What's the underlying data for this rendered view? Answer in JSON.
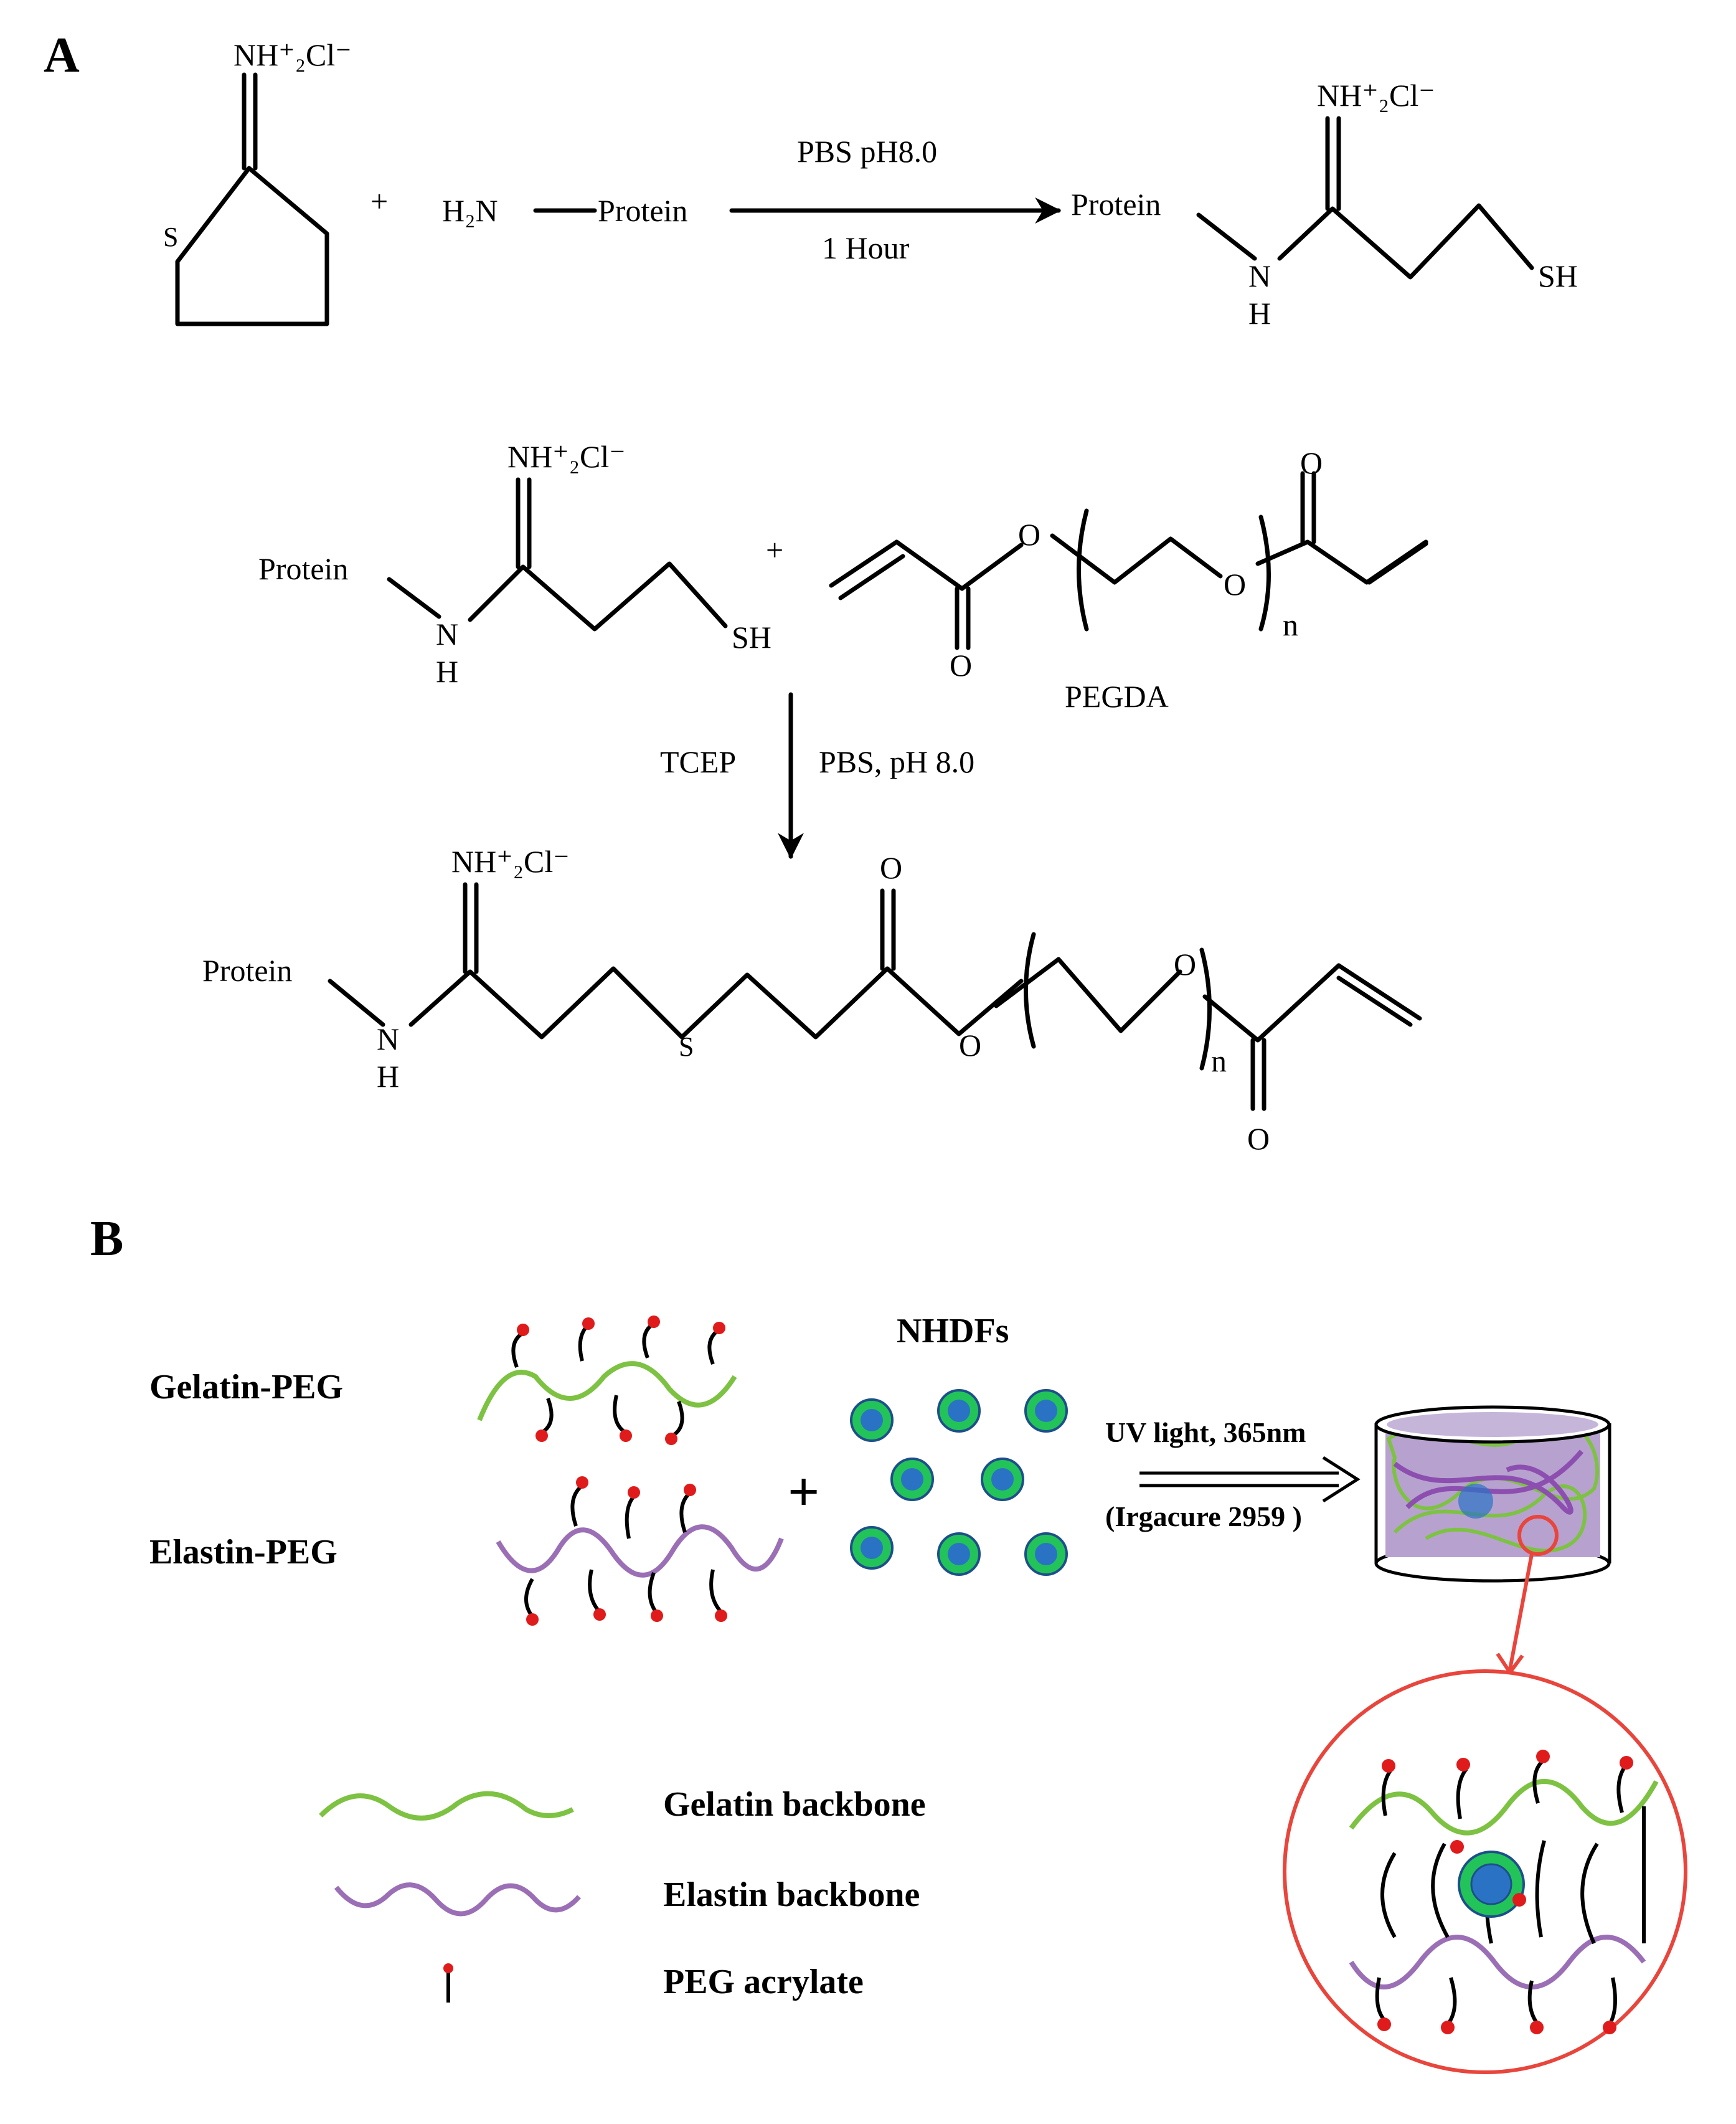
{
  "panels": {
    "a": "A",
    "b": "B"
  },
  "reaction1": {
    "reagent_charge": "NH⁺₂Cl⁻",
    "reagent_ring_S": "S",
    "plus": "+",
    "amine": "H₂N",
    "protein": "Protein",
    "condition_top": "PBS pH8.0",
    "condition_bottom": "1 Hour",
    "product_protein": "Protein",
    "product_charge": "NH⁺₂Cl⁻",
    "product_N": "N",
    "product_H": "H",
    "product_SH": "SH"
  },
  "reaction2": {
    "protein": "Protein",
    "charge": "NH⁺₂Cl⁻",
    "N": "N",
    "H": "H",
    "SH": "SH",
    "plus": "+",
    "pegda_O1": "O",
    "pegda_O2": "O",
    "pegda_O3": "O",
    "pegda_O4": "O",
    "pegda_n": "n",
    "pegda_label": "PEGDA",
    "condition_left": "TCEP",
    "condition_right": "PBS, pH 8.0"
  },
  "product": {
    "protein": "Protein",
    "charge": "NH⁺₂Cl⁻",
    "N": "N",
    "H": "H",
    "S": "S",
    "O_carbonyl": "O",
    "O_ester": "O",
    "O_ether": "O",
    "n": "n",
    "O_terminal": "O"
  },
  "schematic": {
    "gelatin_peg": "Gelatin-PEG",
    "elastin_peg": "Elastin-PEG",
    "cells": "NHDFs",
    "plus": "+",
    "uv": "UV light, 365nm",
    "initiator": "(Irgacure 2959 )",
    "legend": {
      "gelatin": "Gelatin backbone",
      "elastin": "Elastin backbone",
      "acrylate": "PEG acrylate"
    }
  },
  "colors": {
    "gelatin": "#7dc242",
    "elastin": "#9b6fb5",
    "cell_outer": "#22c45a",
    "cell_inner": "#2a73c4",
    "acrylate_dot": "#e01b1b",
    "zoom_circle": "#e8453c"
  }
}
